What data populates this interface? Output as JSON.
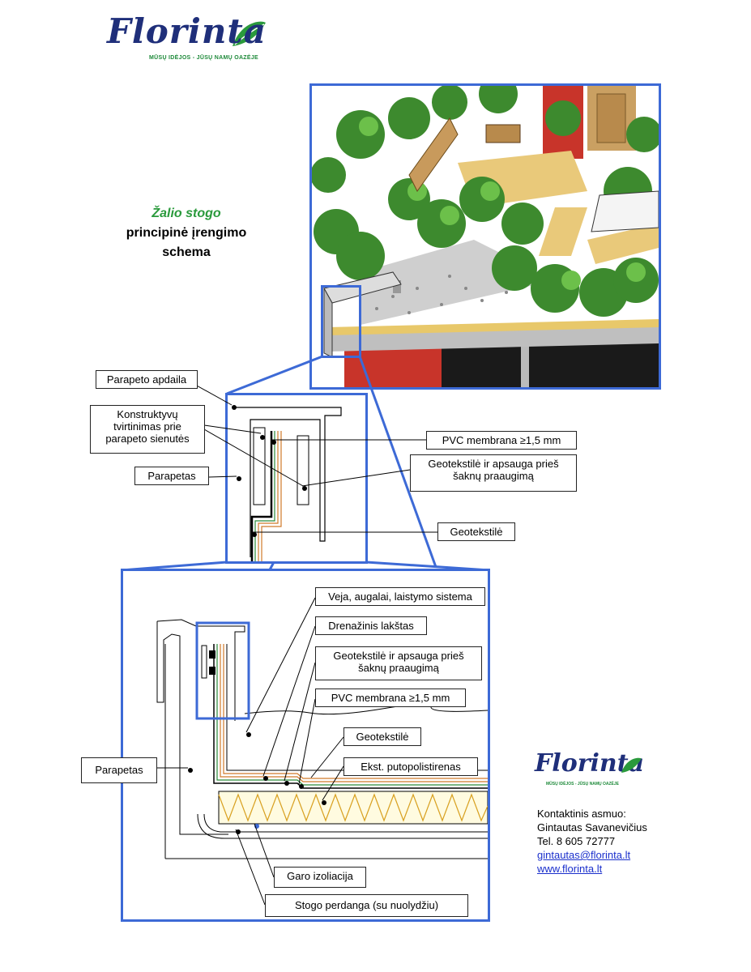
{
  "brand": {
    "logo_text": "Florinta",
    "slogan": "MŪSŲ IDĖJOS - JŪSŲ NAMŲ OAZĖJE"
  },
  "title": {
    "line1": "Žalio stogo",
    "line2": "principinė įrengimo",
    "line3": "schema"
  },
  "detail_labels": {
    "parapet_finish": "Parapeto apdaila",
    "structural_fixing": "Konstruktyvų\ntvirtinimas prie\nparapeto sienutės",
    "parapet": "Parapetas",
    "pvc_membrane": "PVC membrana ≥1,5 mm",
    "geotextile_root": "Geotekstilė ir apsauga prieš\nšaknų praaugimą",
    "geotextile": "Geotekstilė"
  },
  "section_labels": {
    "lawn": "Veja, augalai, laistymo sistema",
    "drainage": "Drenažinis lakštas",
    "geotextile_root": "Geotekstilė ir apsauga prieš\nšaknų praaugimą",
    "pvc_membrane": "PVC membrana ≥1,5 mm",
    "geotextile": "Geotekstilė",
    "eps": "Ekst. putopolistirenas",
    "parapet": "Parapetas",
    "vapour": "Garo izoliacija",
    "slab": "Stogo perdanga (su nuolydžiu)"
  },
  "contact": {
    "heading": "Kontaktinis asmuo:",
    "name": "Gintautas Savanevičius",
    "phone": "Tel. 8 605 72777",
    "email": "gintautas@florinta.lt",
    "web": "www.florinta.lt"
  },
  "colors": {
    "frame": "#3d6ad6",
    "brand_blue": "#1f2f7a",
    "brand_green": "#2a9a3c"
  }
}
